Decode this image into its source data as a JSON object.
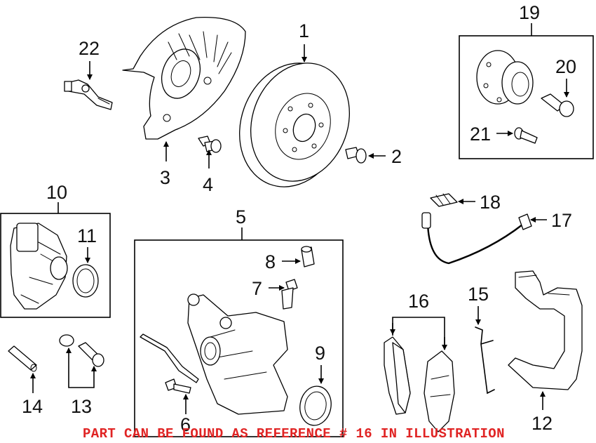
{
  "callouts": {
    "c1": "1",
    "c2": "2",
    "c3": "3",
    "c4": "4",
    "c5": "5",
    "c6": "6",
    "c7": "7",
    "c8": "8",
    "c9": "9",
    "c10": "10",
    "c11": "11",
    "c12": "12",
    "c13": "13",
    "c14": "14",
    "c15": "15",
    "c16": "16",
    "c17": "17",
    "c18": "18",
    "c19": "19",
    "c20": "20",
    "c21": "21",
    "c22": "22"
  },
  "footer_note": "PART CAN BE FOUND AS REFERENCE # 16 IN ILLUSTRATION",
  "colors": {
    "note": "#e02424",
    "line": "#000000",
    "background": "#ffffff"
  }
}
